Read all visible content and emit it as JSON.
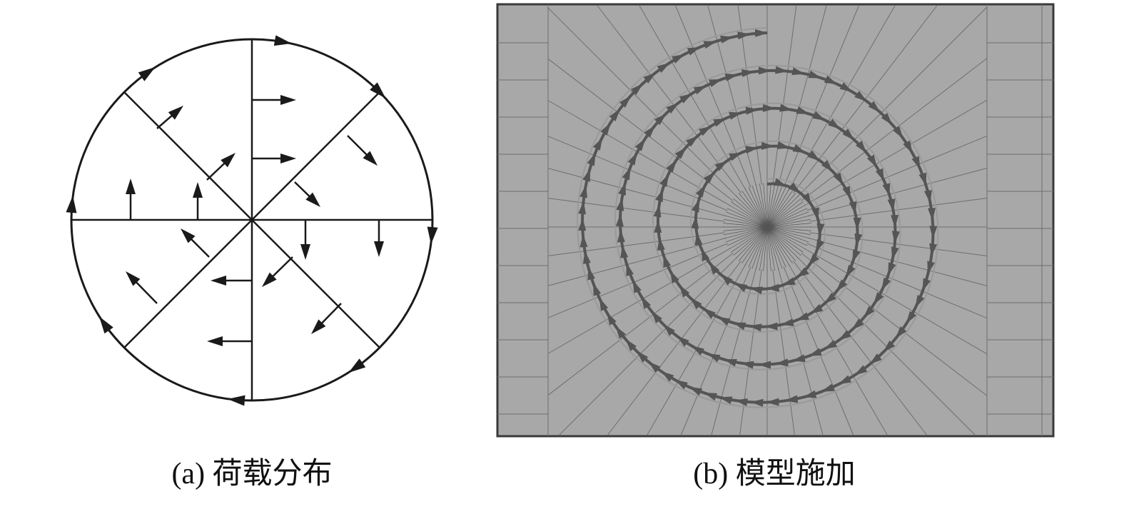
{
  "panels": [
    {
      "id": "a",
      "caption": "(a) 荷载分布"
    },
    {
      "id": "b",
      "caption": "(b) 模型施加"
    }
  ],
  "colors": {
    "ink": "#1a1a1a",
    "mesh_bg": "#a8a8a8",
    "mesh_line": "#6e6e6e",
    "arrow": "#555555"
  }
}
